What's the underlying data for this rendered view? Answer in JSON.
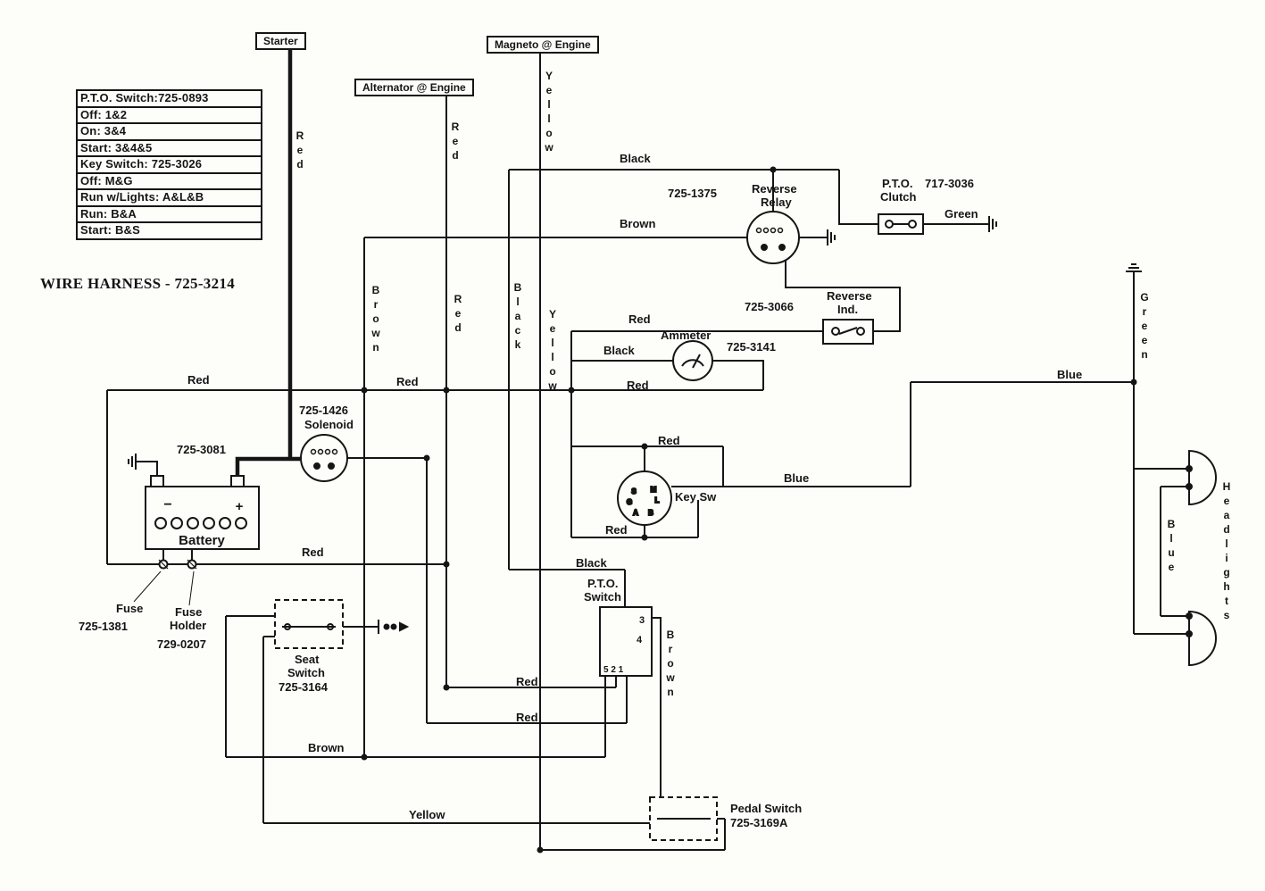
{
  "title": "WIRE HARNESS - 725-3214",
  "top_boxes": {
    "starter": "Starter",
    "magneto": "Magneto @ Engine",
    "alternator": "Alternator @ Engine"
  },
  "legend_rows": [
    "P.T.O. Switch:725-0893",
    "Off: 1&2",
    "On: 3&4",
    "Start: 3&4&5",
    "Key Switch: 725-3026",
    "Off: M&G",
    "Run w/Lights: A&L&B",
    "Run: B&A",
    "Start: B&S"
  ],
  "components": {
    "reverse_relay": {
      "line1": "Reverse",
      "line2": "Relay",
      "part": "725-1375"
    },
    "pto_clutch": {
      "line1": "P.T.O.",
      "line2": "Clutch",
      "part": "717-3036"
    },
    "reverse_ind": {
      "line1": "Reverse",
      "line2": "Ind.",
      "part": "725-3066"
    },
    "ammeter": {
      "name": "Ammeter",
      "part": "725-3141"
    },
    "key_switch": {
      "name": "Key Sw",
      "t1": "S",
      "t2": "M",
      "t3": "G",
      "t4": "L",
      "t5": "A",
      "t6": "B"
    },
    "solenoid": {
      "part": "725-1426",
      "name": "Solenoid"
    },
    "battery": {
      "name": "Battery",
      "part": "725-3081",
      "minus": "−",
      "plus": "+"
    },
    "fuse": {
      "name": "Fuse",
      "part": "725-1381"
    },
    "fuse_holder": {
      "line1": "Fuse",
      "line2": "Holder",
      "part": "729-0207"
    },
    "seat_switch": {
      "line1": "Seat",
      "line2": "Switch",
      "part": "725-3164"
    },
    "pto_switch": {
      "line1": "P.T.O.",
      "line2": "Switch",
      "pin3": "3",
      "pin4": "4",
      "pins": "5 2 1"
    },
    "pedal_switch": {
      "name": "Pedal Switch",
      "part": "725-3169A"
    },
    "headlights": {
      "name": "Headlights"
    }
  },
  "wire_labels": {
    "starter_red": "Red",
    "alt_red": "Red",
    "magneto_yellow": "Yellow",
    "black_top": "Black",
    "brown_top": "Brown",
    "brown_mid_v": "Brown",
    "red_mid_v": "Red",
    "black_mid_v": "Black",
    "yellow_mid_v": "Yellow",
    "red_revind": "Red",
    "black_ammeter": "Black",
    "bus_red_1": "Red",
    "bus_red_2": "Red",
    "bus_red_3": "Red",
    "blue_top_right": "Blue",
    "key_red_top": "Red",
    "key_blue": "Blue",
    "key_red_bottom": "Red",
    "battery_red": "Red",
    "black_pto": "Black",
    "pto_red_1": "Red",
    "pto_red_2": "Red",
    "brown_bottom": "Brown",
    "yellow_bottom": "Yellow",
    "brown_pedal_v": "Brown",
    "clutch_green": "Green",
    "green_right_v": "Green",
    "blue_headlight_v": "Blue"
  }
}
